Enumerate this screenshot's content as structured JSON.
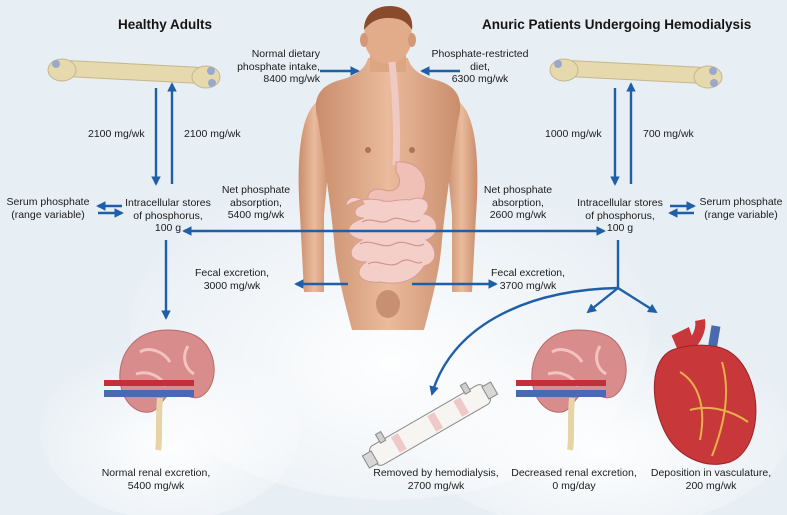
{
  "headings": {
    "left": "Healthy Adults",
    "right": "Anuric Patients Undergoing Hemodialysis"
  },
  "healthy": {
    "intake": [
      "Normal dietary",
      "phosphate intake,",
      "8400 mg/wk"
    ],
    "bone_out": "2100 mg/wk",
    "bone_in": "2100 mg/wk",
    "serum": [
      "Serum phosphate",
      "(range variable)"
    ],
    "stores": [
      "Intracellular stores",
      "of phosphorus,",
      "100 g"
    ],
    "absorption": [
      "Net phosphate",
      "absorption,",
      "5400 mg/wk"
    ],
    "fecal": [
      "Fecal excretion,",
      "3000 mg/wk"
    ],
    "renal": [
      "Normal renal excretion,",
      "5400 mg/wk"
    ]
  },
  "dialysis": {
    "intake": [
      "Phosphate-restricted",
      "diet,",
      "6300 mg/wk"
    ],
    "bone_out": "1000 mg/wk",
    "bone_in": "700 mg/wk",
    "serum": [
      "Serum phosphate",
      "(range variable)"
    ],
    "stores": [
      "Intracellular stores",
      "of phosphorus,",
      "100 g"
    ],
    "absorption": [
      "Net phosphate",
      "absorption,",
      "2600 mg/wk"
    ],
    "fecal": [
      "Fecal excretion,",
      "3700 mg/wk"
    ],
    "hemodialysis": [
      "Removed by hemodialysis,",
      "2700 mg/wk"
    ],
    "renal": [
      "Decreased renal excretion,",
      "0 mg/day"
    ],
    "vasculature": [
      "Deposition in vasculature,",
      "200 mg/wk"
    ]
  },
  "colors": {
    "arrow": "#1f5fa8",
    "skin": "#e5b191",
    "kidney": "#d98c8c",
    "heart": "#c8383a",
    "bone": "#e6d9ae"
  },
  "icons": [
    "bone-icon",
    "human-figure-icon",
    "kidney-icon",
    "heart-icon",
    "dialyzer-icon"
  ]
}
